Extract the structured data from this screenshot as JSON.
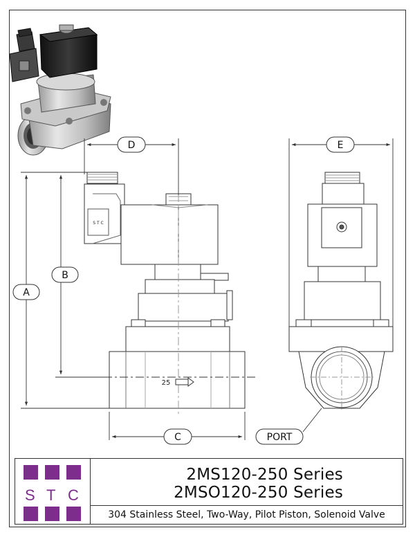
{
  "dimension_labels": {
    "a": "A",
    "b": "B",
    "c": "C",
    "d": "D",
    "e": "E",
    "port": "PORT"
  },
  "valve_markings": {
    "body_size": "25",
    "coil_logo": "S T C"
  },
  "title_block": {
    "logo_letters": [
      "S",
      "T",
      "C"
    ],
    "logo_color": "#7d2e8c",
    "series_line_1": "2MS120-250 Series",
    "series_line_2": "2MSO120-250 Series",
    "description": "304 Stainless Steel, Two-Way, Pilot Piston, Solenoid Valve"
  }
}
